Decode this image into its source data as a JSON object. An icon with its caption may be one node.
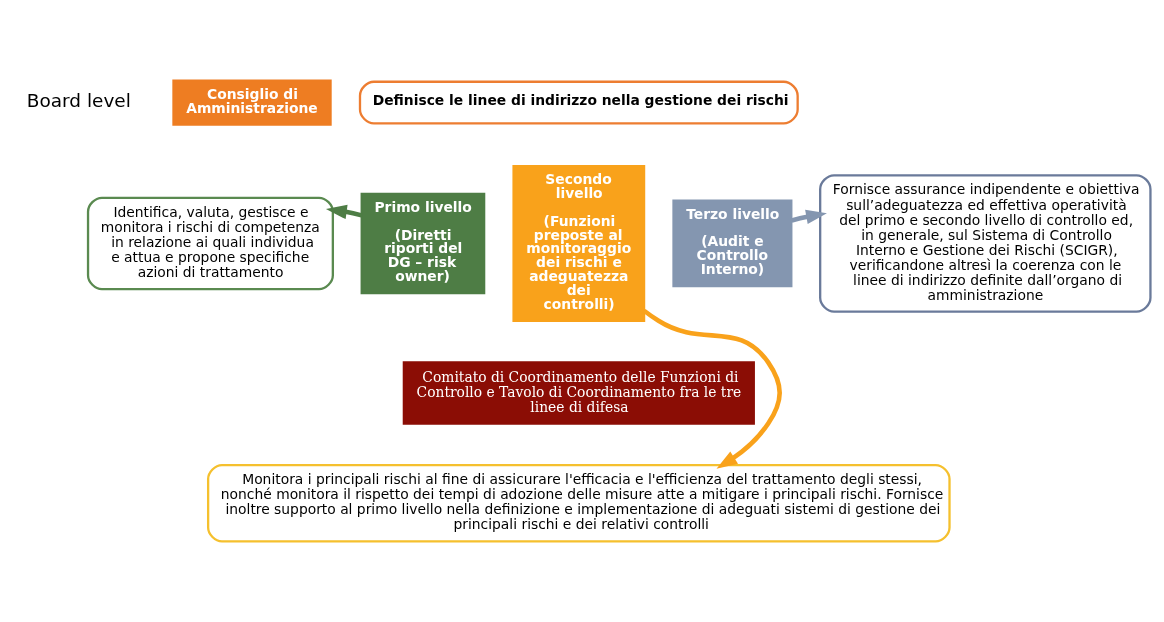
{
  "diagram": {
    "nodes": [
      {
        "text": [
          "Consiglio di Amministrazione"
        ]
      },
      {
        "text": [
          "Definisce le linee di indirizzo nella gestione dei rischi"
        ]
      },
      {
        "text": [
          "Primo livello",
          "(Diretti riporti del DG – risk owner)"
        ]
      },
      {
        "text": [
          "Secondo livello",
          "(Funzioni preposte al monitoraggio dei rischi e adeguatezza dei controlli)"
        ]
      },
      {
        "text": [
          "Terzo livello",
          "(Audit e Controllo Interno)"
        ]
      },
      {
        "text": [
          "Comitato di Coordinamento delle Funzioni di Controllo e Tavolo di Coordinamento fra le tre linee di difesa"
        ]
      },
      {
        "text": [
          "Identifica, valuta, gestisce e monitora i rischi di competenza in relazione ai quali individua e attua e propone specifiche azioni di trattamento"
        ]
      },
      {
        "text": [
          "Fornisce assurance indipendente e obiettiva sull’adeguatezza ed effettiva operatività del primo e secondo livello di controllo ed, in generale, sul Sistema di Controllo Interno e Gestione dei Rischi (SCIGR), verificandone altresì la coerenza con le linee di indirizzo definite dall’organo di amministrazione"
        ]
      },
      {
        "text": [
          "Monitora i principali rischi al fine di assicurare l'efficacia e l'efficienza del trattamento degli stessi, nonché monitora il rispetto dei tempi di adozione delle misure atte a mitigare i principali rischi. Fornisce inoltre supporto al primo livello nella definizione e implementazione di adeguati sistemi di gestione dei principali rischi e dei relativi controlli"
        ]
      }
    ],
    "edges": [
      {
        "from": 2,
        "to": 6,
        "arrow": "to",
        "color": "#4e7d45"
      },
      {
        "from": 4,
        "to": 7,
        "arrow": "to",
        "color": "#8496b0"
      },
      {
        "from": 3,
        "to": 8,
        "arrow": "to",
        "color": "#f9a21b"
      }
    ],
    "labels": [
      "Board level"
    ]
  }
}
